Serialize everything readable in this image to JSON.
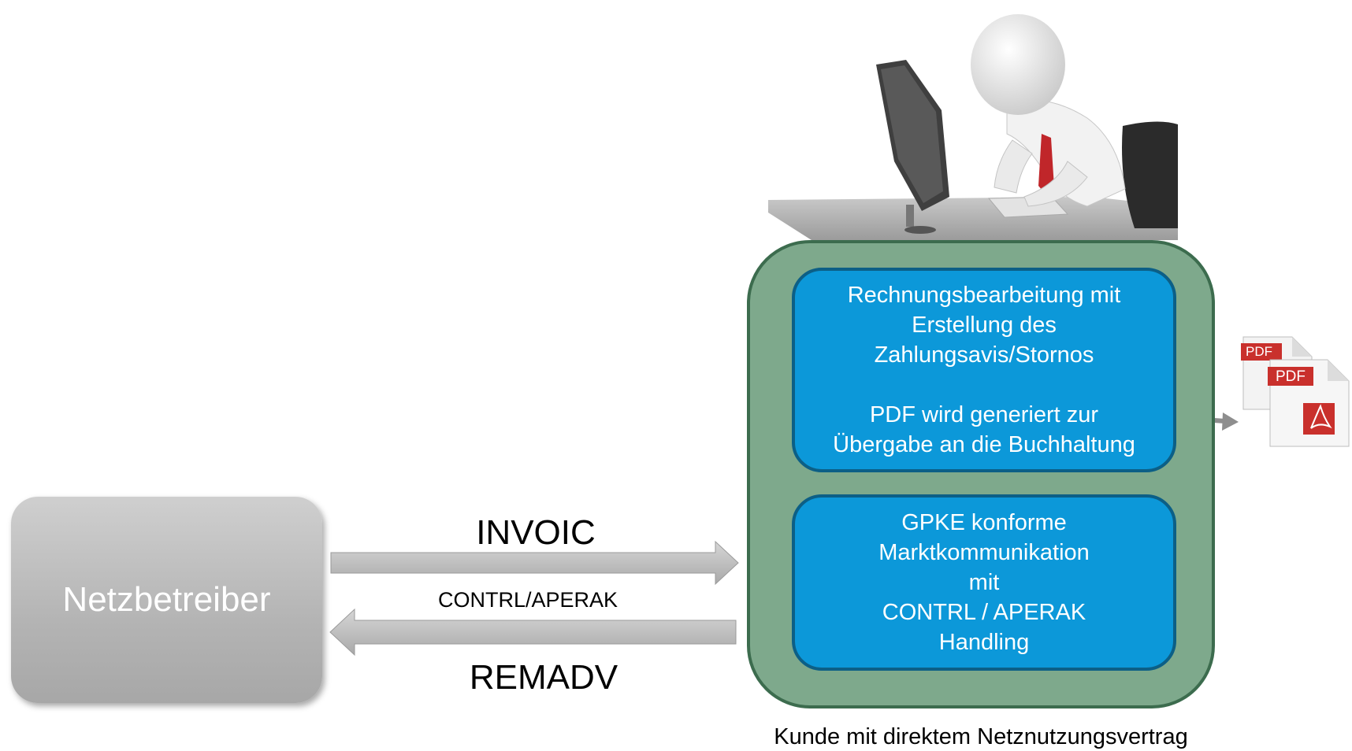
{
  "network_operator": {
    "label": "Netzbetreiber"
  },
  "arrows": {
    "invoic": "INVOIC",
    "contrl_aperak": "CONTRL/APERAK",
    "remadv": "REMADV"
  },
  "invoice_processing": {
    "lines": [
      "Rechnungsbearbeitung mit",
      "Erstellung des",
      "Zahlungsavis/Stornos"
    ],
    "pdf_lines": [
      "PDF wird generiert zur",
      "Übergabe an die Buchhaltung"
    ]
  },
  "market_communication": {
    "lines": [
      "GPKE konforme",
      "Marktkommunikation",
      "mit",
      "CONTRL / APERAK",
      "Handling"
    ]
  },
  "pdf_icons": {
    "label": "PDF"
  },
  "caption": "Kunde mit direktem Netznutzungsvertrag",
  "colors": {
    "green_box": "#7ea98c",
    "blue_box": "#0c98d9",
    "arrow_gray": "#b8b8b8",
    "pdf_red": "#c9302c"
  }
}
